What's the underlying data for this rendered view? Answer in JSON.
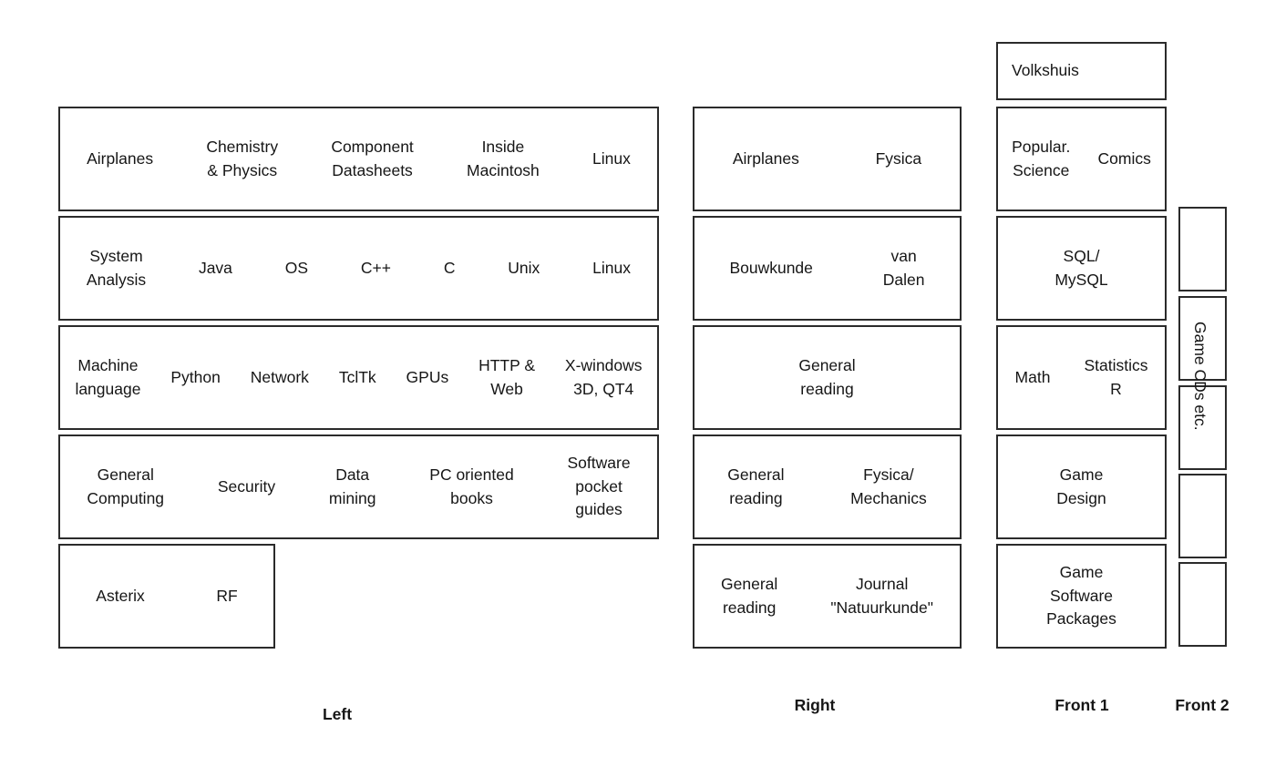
{
  "page": {
    "background_color": "#ffffff",
    "border_color": "#2b2b2b",
    "text_color": "#161616"
  },
  "columns": {
    "left": {
      "label": "Left",
      "shelves": [
        {
          "items": [
            "Airplanes",
            "Chemistry\n& Physics",
            "Component\nDatasheets",
            "Inside\nMacintosh",
            "Linux"
          ]
        },
        {
          "items": [
            "System\nAnalysis",
            "Java",
            "OS",
            "C++",
            "C",
            "Unix",
            "Linux"
          ]
        },
        {
          "items": [
            "Machine\nlanguage",
            "Python",
            "Network",
            "TclTk",
            "GPUs",
            "HTTP &\nWeb",
            "X-windows\n3D, QT4"
          ]
        },
        {
          "items": [
            "General\nComputing",
            "Security",
            "Data\nmining",
            "PC oriented\nbooks",
            "Software\npocket\nguides"
          ]
        },
        {
          "items": [
            "Asterix",
            "RF"
          ]
        }
      ]
    },
    "right": {
      "label": "Right",
      "shelves": [
        {
          "items": [
            "Airplanes",
            "Fysica"
          ]
        },
        {
          "items": [
            "Bouwkunde",
            "van\nDalen"
          ]
        },
        {
          "items": [
            "General\nreading"
          ]
        },
        {
          "items": [
            "General\nreading",
            "Fysica/\nMechanics"
          ]
        },
        {
          "items": [
            "General\nreading",
            "Journal\n\"Natuurkunde\""
          ]
        }
      ]
    },
    "front1": {
      "label": "Front 1",
      "top_shelf": {
        "items": [
          "Volkshuis"
        ]
      },
      "shelves": [
        {
          "items": [
            "Popular.\nScience",
            "Comics"
          ]
        },
        {
          "items": [
            "SQL/\nMySQL"
          ]
        },
        {
          "items": [
            "Math",
            "Statistics\nR"
          ]
        },
        {
          "items": [
            "Game\nDesign"
          ]
        },
        {
          "items": [
            "Game\nSoftware\nPackages"
          ]
        }
      ]
    },
    "front2": {
      "label": "Front 2",
      "vertical_label": "Game CDs etc.",
      "shelves": [
        {
          "items": []
        },
        {
          "items": []
        },
        {
          "items": []
        },
        {
          "items": []
        },
        {
          "items": []
        }
      ]
    }
  }
}
